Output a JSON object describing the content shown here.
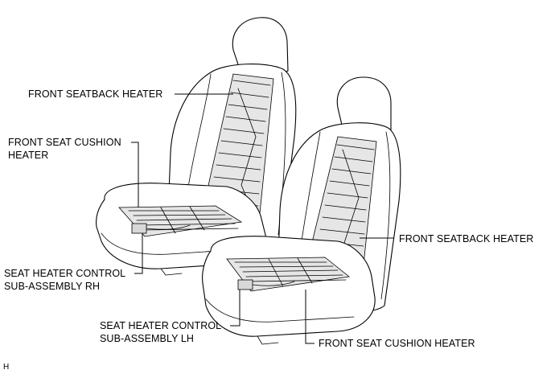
{
  "labels": {
    "front_seatback_heater_rh": "FRONT SEATBACK HEATER",
    "front_seat_cushion_heater_rh_line1": "FRONT SEAT CUSHION",
    "front_seat_cushion_heater_rh_line2": "HEATER",
    "seat_heater_control_rh_line1": "SEAT HEATER CONTROL",
    "seat_heater_control_rh_line2": "SUB-ASSEMBLY RH",
    "front_seatback_heater_lh": "FRONT SEATBACK HEATER",
    "seat_heater_control_lh_line1": "SEAT HEATER CONTROL",
    "seat_heater_control_lh_line2": "SUB-ASSEMBLY LH",
    "front_seat_cushion_heater_lh": "FRONT SEAT CUSHION HEATER",
    "corner_mark": "H"
  }
}
